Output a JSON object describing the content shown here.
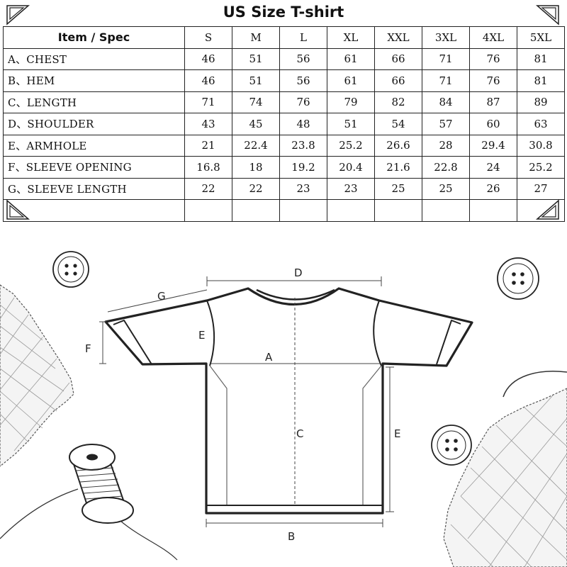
{
  "title": "US Size T-shirt",
  "table": {
    "header_label": "Item / Spec",
    "sizes": [
      "S",
      "M",
      "L",
      "XL",
      "XXL",
      "3XL",
      "4XL",
      "5XL"
    ],
    "rows": [
      {
        "label": "A、CHEST",
        "values": [
          "46",
          "51",
          "56",
          "61",
          "66",
          "71",
          "76",
          "81"
        ]
      },
      {
        "label": "B、HEM",
        "values": [
          "46",
          "51",
          "56",
          "61",
          "66",
          "71",
          "76",
          "81"
        ]
      },
      {
        "label": "C、LENGTH",
        "values": [
          "71",
          "74",
          "76",
          "79",
          "82",
          "84",
          "87",
          "89"
        ]
      },
      {
        "label": "D、SHOULDER",
        "values": [
          "43",
          "45",
          "48",
          "51",
          "54",
          "57",
          "60",
          "63"
        ]
      },
      {
        "label": "E、ARMHOLE",
        "values": [
          "21",
          "22.4",
          "23.8",
          "25.2",
          "26.6",
          "28",
          "29.4",
          "30.8"
        ]
      },
      {
        "label": "F、SLEEVE OPENING",
        "values": [
          "16.8",
          "18",
          "19.2",
          "20.4",
          "21.6",
          "22.8",
          "24",
          "25.2"
        ]
      },
      {
        "label": "G、SLEEVE LENGTH",
        "values": [
          "22",
          "22",
          "23",
          "23",
          "25",
          "25",
          "26",
          "27"
        ]
      },
      {
        "label": "",
        "values": [
          "",
          "",
          "",
          "",
          "",
          "",
          "",
          ""
        ]
      }
    ]
  },
  "diagram": {
    "labels": {
      "A": "A",
      "B": "B",
      "C": "C",
      "D": "D",
      "E1": "E",
      "E2": "E",
      "F": "F",
      "G": "G"
    }
  },
  "icons": [
    "corner-ornament-icon",
    "button-icon",
    "thread-spool-icon",
    "fabric-swatch-icon"
  ]
}
